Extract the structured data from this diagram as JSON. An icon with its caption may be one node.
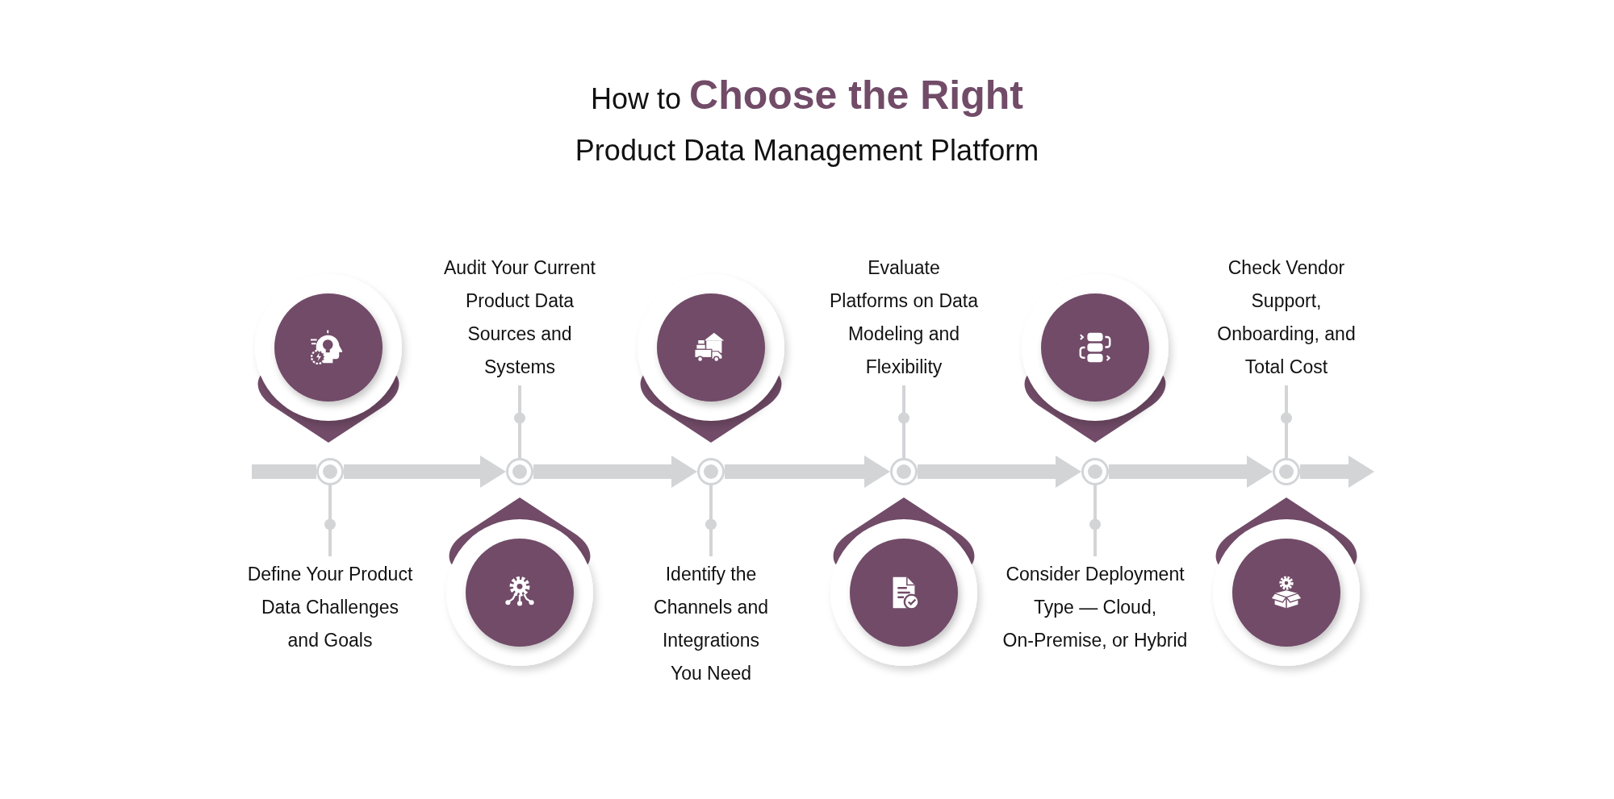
{
  "diagram": {
    "title": "How to **Choose the Right** Product Data Management Platform",
    "nodes": [
      {
        "text": [
          "Define Your Product Data Challenges and Goals"
        ]
      },
      {
        "text": [],
        "shape": "circle"
      },
      {
        "text": [],
        "shape": "circle"
      },
      {
        "text": [
          "Audit Your Current Product Data Sources and Systems"
        ]
      },
      {
        "text": [],
        "shape": "circle"
      },
      {
        "text": [],
        "shape": "circle"
      },
      {
        "text": [
          "Identify the Channels and Integrations You Need"
        ]
      },
      {
        "text": [],
        "shape": "circle"
      },
      {
        "text": [],
        "shape": "circle"
      },
      {
        "text": [
          "Evaluate Platforms on Data Modeling and Flexibility"
        ]
      },
      {
        "text": [],
        "shape": "circle"
      },
      {
        "text": [],
        "shape": "circle"
      },
      {
        "text": [
          "Consider Deployment Type — Cloud, On-Premise, or Hybrid"
        ]
      },
      {
        "text": [],
        "shape": "circle"
      },
      {
        "text": [],
        "shape": "circle"
      },
      {
        "text": [
          "Check Vendor Support, Onboarding, and Total Cost"
        ]
      },
      {
        "text": [],
        "shape": "circle"
      },
      {
        "text": [],
        "shape": "circle"
      }
    ],
    "edges": [
      {
        "from": null,
        "to": 2,
        "arrow": "none"
      },
      {
        "from": 2,
        "to": 5,
        "arrow": "to"
      },
      {
        "from": 5,
        "to": 8,
        "arrow": "to"
      },
      {
        "from": 8,
        "to": 11,
        "arrow": "to"
      },
      {
        "from": 11,
        "to": 14,
        "arrow": "to"
      },
      {
        "from": 14,
        "to": 17,
        "arrow": "to"
      },
      {
        "from": 17,
        "to": null,
        "arrow": "to"
      },
      {
        "from": 2,
        "to": 0,
        "arrow": "none"
      },
      {
        "from": 5,
        "to": 3,
        "arrow": "none"
      },
      {
        "from": 8,
        "to": 6,
        "arrow": "none"
      },
      {
        "from": 11,
        "to": 9,
        "arrow": "none"
      },
      {
        "from": 14,
        "to": 12,
        "arrow": "none"
      },
      {
        "from": 17,
        "to": 15,
        "arrow": "none"
      }
    ]
  }
}
